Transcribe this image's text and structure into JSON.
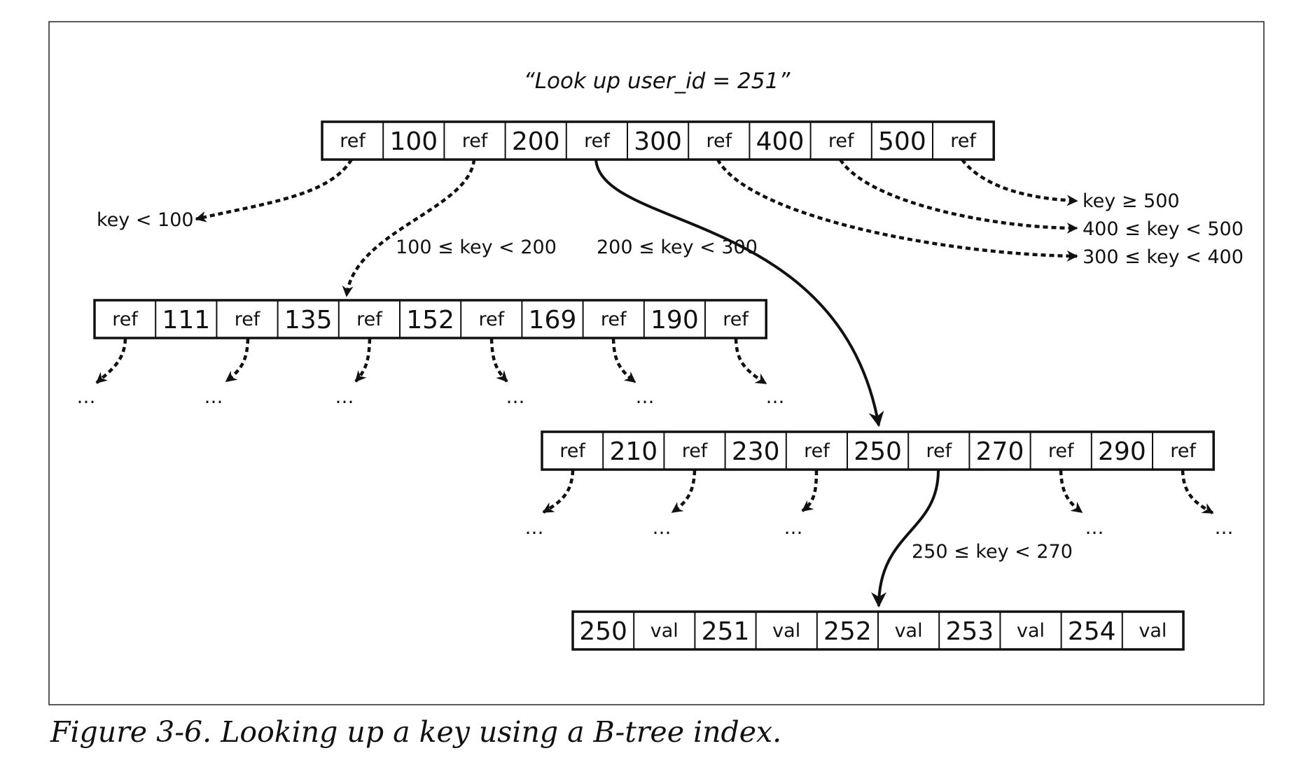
{
  "figure": {
    "query": "“Look up user_id = 251”",
    "caption": "Figure 3-6. Looking up a key using a B-tree index."
  },
  "nodes": {
    "root": [
      "ref",
      "100",
      "ref",
      "200",
      "ref",
      "300",
      "ref",
      "400",
      "ref",
      "500",
      "ref"
    ],
    "left_child": [
      "ref",
      "111",
      "ref",
      "135",
      "ref",
      "152",
      "ref",
      "169",
      "ref",
      "190",
      "ref"
    ],
    "mid_child": [
      "ref",
      "210",
      "ref",
      "230",
      "ref",
      "250",
      "ref",
      "270",
      "ref",
      "290",
      "ref"
    ],
    "leaf": [
      "250",
      "val",
      "251",
      "val",
      "252",
      "val",
      "253",
      "val",
      "254",
      "val"
    ]
  },
  "ranges": {
    "r_lt100": "key < 100",
    "r_100_200": "100 ≤ key < 200",
    "r_200_300": "200 ≤ key < 300",
    "r_ge500": "key ≥ 500",
    "r_400_500": "400 ≤ key < 500",
    "r_300_400": "300 ≤ key < 400",
    "r_250_270": "250 ≤ key < 270"
  },
  "ellipsis": "…"
}
